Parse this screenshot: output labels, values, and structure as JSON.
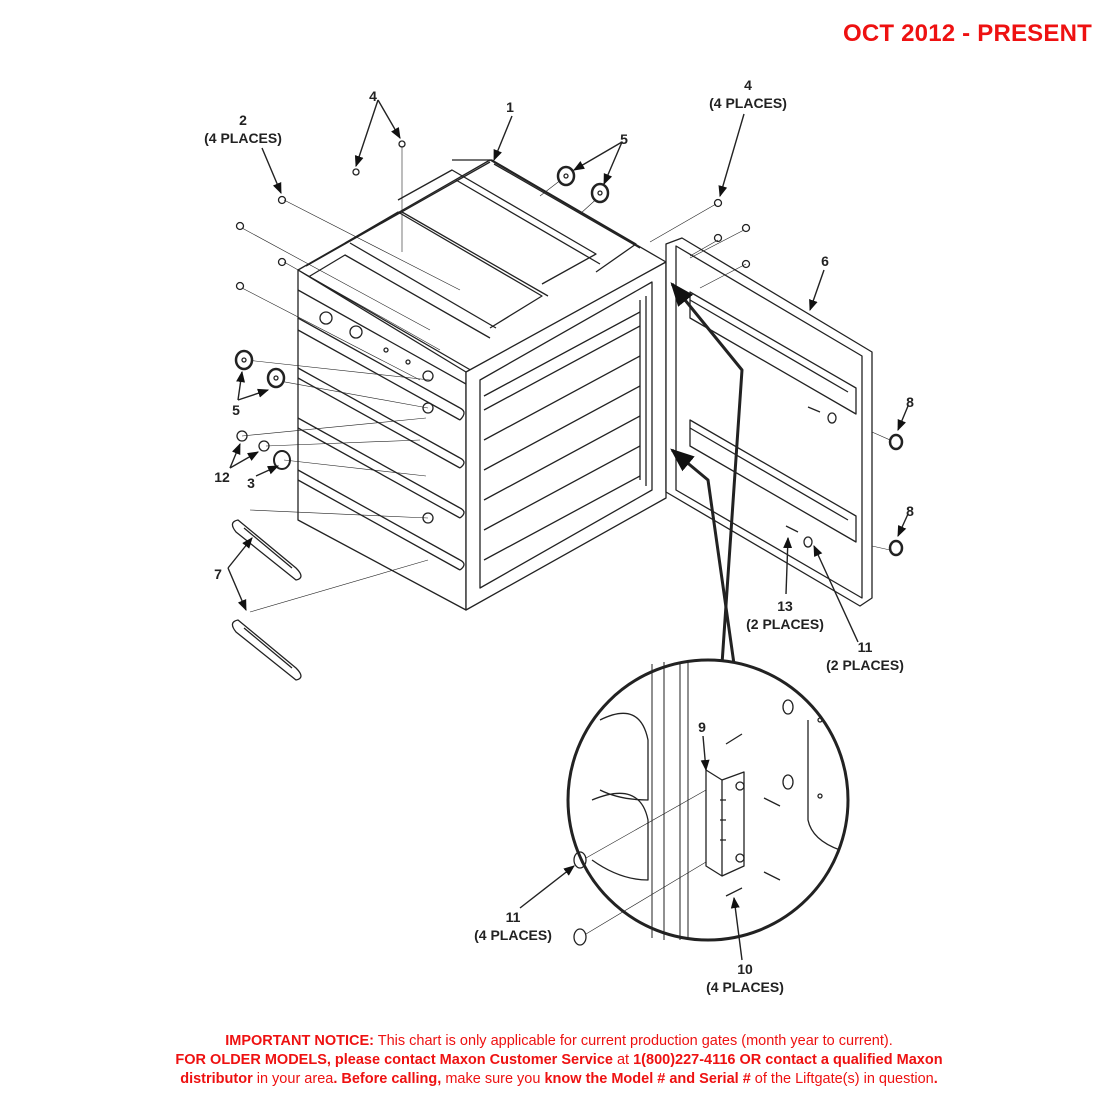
{
  "header": {
    "date_range": "OCT 2012 - PRESENT"
  },
  "colors": {
    "accent_red": "#ee1111",
    "line": "#222222"
  },
  "callouts": [
    {
      "id": "1",
      "item": "1",
      "qty": ""
    },
    {
      "id": "2",
      "item": "2",
      "qty": "(4 PLACES)"
    },
    {
      "id": "3",
      "item": "3",
      "qty": ""
    },
    {
      "id": "4a",
      "item": "4",
      "qty": ""
    },
    {
      "id": "4b",
      "item": "4",
      "qty": "(4 PLACES)"
    },
    {
      "id": "5a",
      "item": "5",
      "qty": ""
    },
    {
      "id": "5b",
      "item": "5",
      "qty": ""
    },
    {
      "id": "6",
      "item": "6",
      "qty": ""
    },
    {
      "id": "7",
      "item": "7",
      "qty": ""
    },
    {
      "id": "8a",
      "item": "8",
      "qty": ""
    },
    {
      "id": "8b",
      "item": "8",
      "qty": ""
    },
    {
      "id": "9",
      "item": "9",
      "qty": ""
    },
    {
      "id": "10",
      "item": "10",
      "qty": "(4 PLACES)"
    },
    {
      "id": "11a",
      "item": "11",
      "qty": "(2 PLACES)"
    },
    {
      "id": "11b",
      "item": "11",
      "qty": "(4 PLACES)"
    },
    {
      "id": "12",
      "item": "12",
      "qty": ""
    },
    {
      "id": "13",
      "item": "13",
      "qty": "(2 PLACES)"
    }
  ],
  "notice": {
    "line1_bold": "IMPORTANT NOTICE:",
    "line1_text": " This chart is only applicable for current production gates (month year to current).",
    "line2_bold1": "FOR OLDER MODELS, please contact Maxon Customer Service",
    "line2_text1": " at ",
    "line2_bold2": "1(800)227-4116 OR contact a qualified Maxon",
    "line3_bold1": "distributor",
    "line3_text1": " in your area",
    "line3_bold2": ". Before calling,",
    "line3_text2": " make sure you ",
    "line3_bold3": "know the Model # and Serial #",
    "line3_text3": " of the Liftgate(s) in question",
    "line3_bold4": "."
  }
}
